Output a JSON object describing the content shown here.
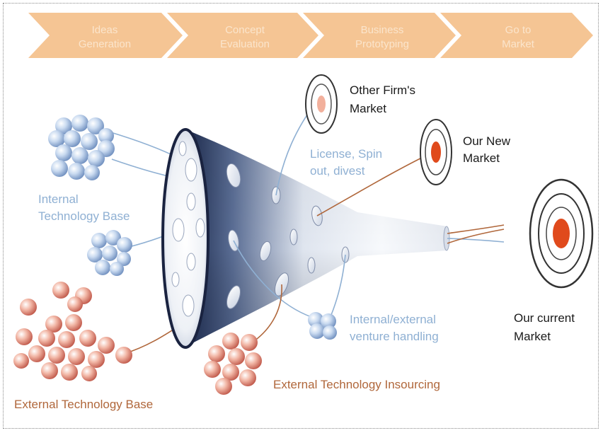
{
  "process_steps": [
    {
      "line1": "Ideas",
      "line2": "Generation"
    },
    {
      "line1": "Concept",
      "line2": "Evaluation"
    },
    {
      "line1": "Business",
      "line2": "Prototyping"
    },
    {
      "line1": "Go to",
      "line2": "Market"
    }
  ],
  "labels": {
    "internal_base_1": "Internal",
    "internal_base_2": "Technology Base",
    "external_base": "External Technology Base",
    "external_insourcing": "External Technology Insourcing",
    "venture_1": "Internal/external",
    "venture_2": "venture handling",
    "license_1": "License, Spin",
    "license_2": "out, divest",
    "other_firm_1": "Other Firm's",
    "other_firm_2": "Market",
    "new_market_1": "Our New",
    "new_market_2": "Market",
    "current_market_1": "Our current",
    "current_market_2": "Market"
  },
  "colors": {
    "arrow_fill": "#f5c594",
    "arrow_text": "#fbe5cc",
    "blue_text": "#8fb0d3",
    "brown_text": "#b0673b",
    "target_red": "#e04a1c",
    "target_pink": "#f2b09c"
  }
}
